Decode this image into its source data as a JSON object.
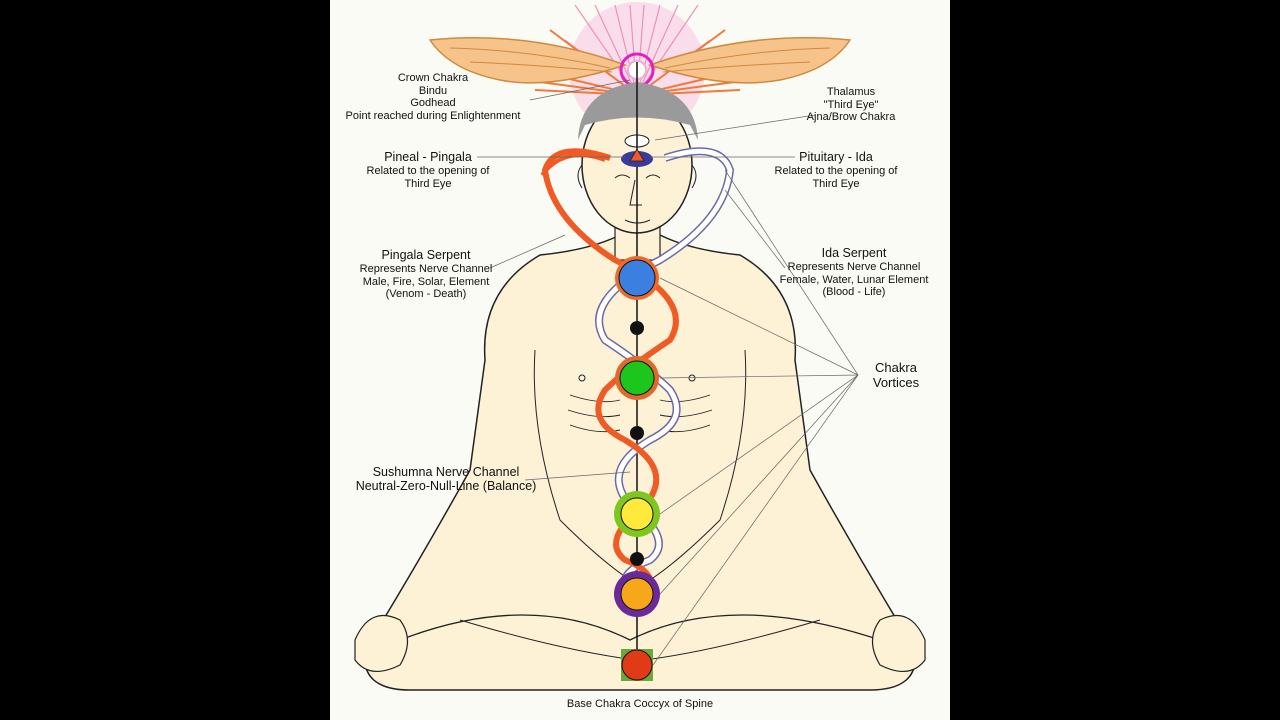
{
  "labels": {
    "crown": [
      "Crown Chakra",
      "Bindu",
      "Godhead",
      "Point reached during Enlightenment"
    ],
    "thalamus": [
      "Thalamus",
      "\"Third Eye\"",
      "Ajna/Brow Chakra"
    ],
    "pineal_title": "Pineal - Pingala",
    "pineal_desc": [
      "Related to the opening of",
      "Third Eye"
    ],
    "pituitary_title": "Pituitary - Ida",
    "pituitary_desc": [
      "Related to the opening of",
      "Third Eye"
    ],
    "pingala_title": "Pingala Serpent",
    "pingala_desc": [
      "Represents Nerve Channel",
      "Male, Fire, Solar, Element",
      "(Venom - Death)"
    ],
    "ida_title": "Ida Serpent",
    "ida_desc": [
      "Represents Nerve Channel",
      "Female, Water, Lunar Element",
      "(Blood - Life)"
    ],
    "chakra_vortices": [
      "Chakra",
      "Vortices"
    ],
    "sushumna": [
      "Sushumna Nerve Channel",
      "Neutral-Zero-Null-Line (Balance)"
    ],
    "base": "Base Chakra Coccyx of Spine"
  },
  "colors": {
    "background": "#fbfbf6",
    "skin": "#fdf1d6",
    "pingala": "#f05a24",
    "ida": "#ffffff",
    "ida_outline": "#6a6aa8",
    "wings": "#f6c38a",
    "crown_rays": "#f3a0c8",
    "hair": "#999999"
  },
  "chakras": [
    {
      "name": "throat",
      "color": "#3b7fe0",
      "petals": "#ee6a2a"
    },
    {
      "name": "heart",
      "color": "#1cc61c",
      "petals": "#e1692a"
    },
    {
      "name": "solar-plexus",
      "color": "#ffe93a",
      "petals": "#7ec81d"
    },
    {
      "name": "sacral",
      "color": "#f6a71a",
      "petals": "#6a2a9a"
    },
    {
      "name": "root",
      "color": "#e03a16",
      "petals": "#6aa83a"
    }
  ]
}
